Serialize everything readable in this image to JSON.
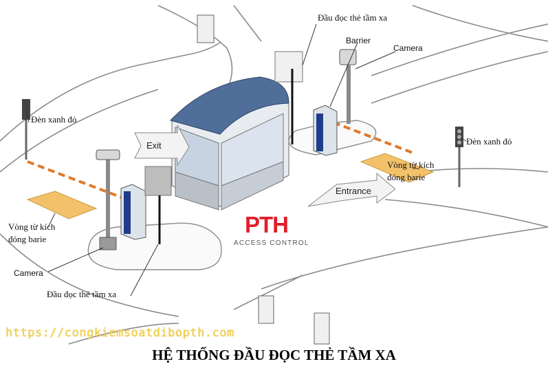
{
  "labels": {
    "reader_top": "Đầu đọc thẻ tầm xa",
    "barrier": "Barrier",
    "camera_top": "Camera",
    "light_left": "Đèn xanh đỏ",
    "light_right": "Đèn xanh đỏ",
    "loop_right_1": "Vòng từ kích",
    "loop_right_2": "đóng barie",
    "loop_left_1": "Vòng từ kích",
    "loop_left_2": "đóng barie",
    "camera_bottom": "Camera",
    "reader_bottom": "Đầu đọc thẻ tầm xa",
    "exit": "Exit",
    "entrance": "Entrance"
  },
  "logo": {
    "brand": "PTH",
    "subtitle": "ACCESS CONTROL",
    "color": "#e01f2b"
  },
  "watermark_url": "https://congkiemsoatdibopth.com",
  "title": "HỆ THỐNG ĐẦU ĐỌC THẺ TẦM XA",
  "colors": {
    "booth_roof": "#4f6f9a",
    "barrier_stripe": "#e07a2a",
    "loop_fill": "#f2c16a",
    "url": "#f2d04b"
  }
}
